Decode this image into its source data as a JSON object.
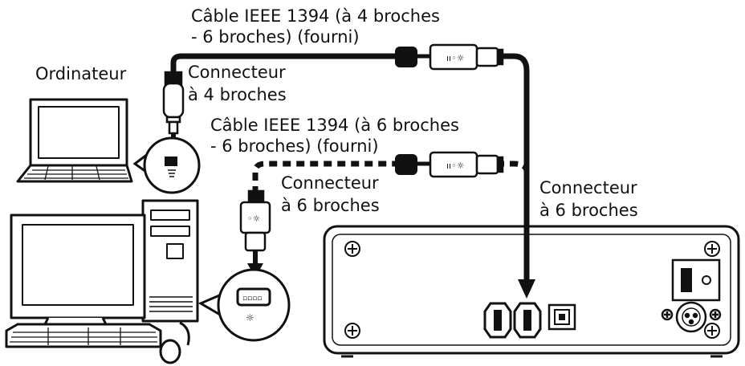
{
  "labels": {
    "computer": "Ordinateur",
    "cable_4to6_line1": "Câble IEEE 1394 (à 4 broches",
    "cable_4to6_line2": "- 6 broches) (fourni)",
    "connector_4pin_line1": "Connecteur",
    "connector_4pin_line2": "à 4 broches",
    "cable_6to6_line1": "Câble IEEE 1394 (à 6 broches",
    "cable_6to6_line2": "- 6 broches) (fourni)",
    "connector_6pin_pc_line1": "Connecteur",
    "connector_6pin_pc_line2": "à 6 broches",
    "connector_6pin_device_line1": "Connecteur",
    "connector_6pin_device_line2": "à 6 broches"
  },
  "colors": {
    "ink": "#111111",
    "paper": "#ffffff"
  }
}
